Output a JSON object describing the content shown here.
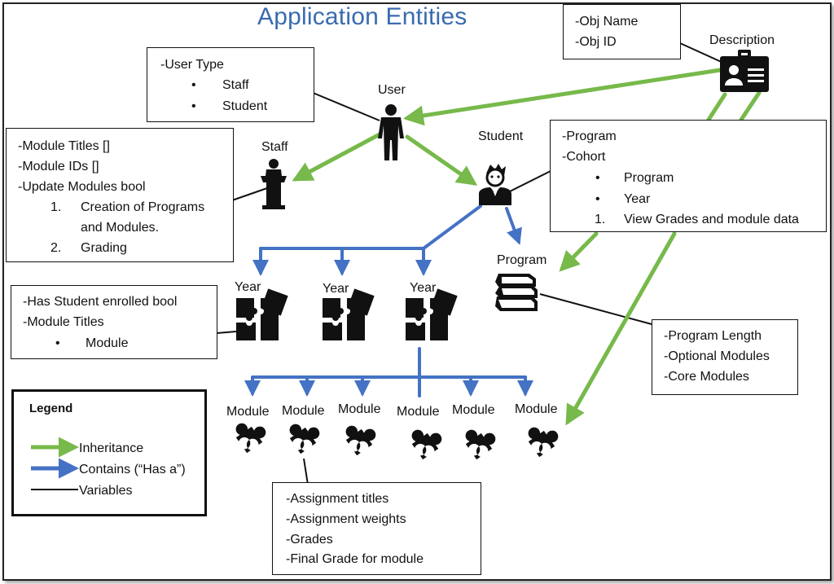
{
  "title": "Application Entities",
  "nodes": {
    "description": "Description",
    "user": "User",
    "staff": "Staff",
    "student": "Student",
    "program": "Program",
    "year": "Year",
    "module": "Module"
  },
  "boxes": {
    "description_vars": [
      "-Obj Name",
      "-Obj ID"
    ],
    "user_vars": [
      "-User Type",
      "•",
      "Staff",
      "•",
      "Student"
    ],
    "staff_vars": [
      "-Module Titles []",
      "-Module IDs []",
      "-Update Modules bool",
      "1.",
      "Creation of Programs",
      "and Modules.",
      "2.",
      "Grading"
    ],
    "student_vars": [
      "-Program",
      "-Cohort",
      "•",
      "Program",
      "•",
      "Year",
      "1.",
      "View Grades and module data"
    ],
    "year_vars": [
      "-Has Student enrolled bool",
      "-Module Titles",
      "•",
      "Module"
    ],
    "program_vars": [
      "-Program Length",
      "-Optional Modules",
      "-Core Modules"
    ],
    "module_vars": [
      "-Assignment titles",
      "-Assignment weights",
      "-Grades",
      "-Final Grade for module"
    ]
  },
  "legend": {
    "title": "Legend",
    "items": [
      "Inheritance",
      "Contains (“Has a”)",
      "Variables"
    ]
  },
  "colors": {
    "inheritance": "#77b94a",
    "contains": "#4472c4",
    "variables": "#111111",
    "title": "#3a6bb0"
  },
  "icons": [
    "id-card-icon",
    "person-icon",
    "podium-icon",
    "student-icon",
    "books-icon",
    "puzzle-square-icon",
    "puzzle-piece-icon"
  ]
}
